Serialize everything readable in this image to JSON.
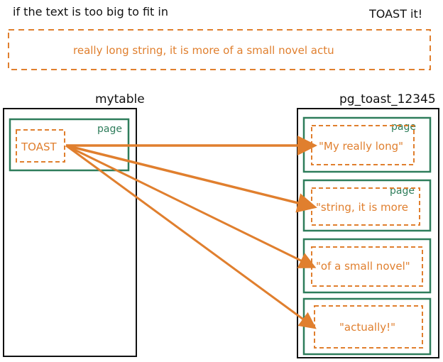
{
  "header": {
    "left_text": "if the text is too big to fit in",
    "right_text": "TOAST it!"
  },
  "banner": {
    "text": "really long string, it is more of a small novel actu"
  },
  "mytable": {
    "title": "mytable",
    "page_label": "page",
    "toast_label": "TOAST"
  },
  "toast_table": {
    "title": "pg_toast_12345",
    "pages": [
      {
        "page_label": "page",
        "chunk": "\"My really long\""
      },
      {
        "page_label": "page",
        "chunk": "\"string, it is more"
      },
      {
        "page_label": "",
        "chunk": "\"of a small novel\""
      },
      {
        "page_label": "",
        "chunk": "\"actually!\""
      }
    ]
  },
  "colors": {
    "ink": "#111111",
    "orange": "#e07f2e",
    "green": "#2e7d5b"
  }
}
